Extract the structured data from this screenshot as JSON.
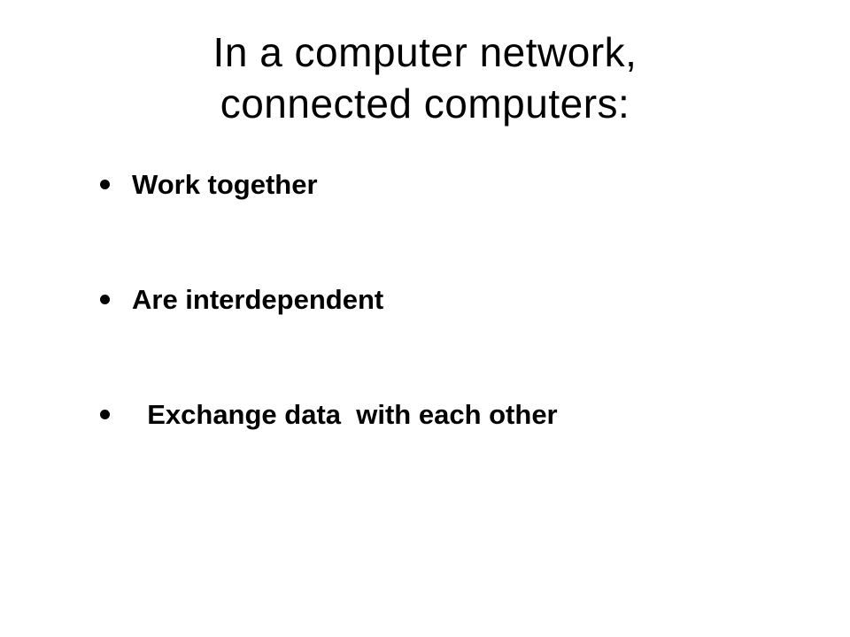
{
  "slide": {
    "title_lines": [
      "In a computer network,",
      "connected computers:"
    ],
    "bullets": [
      "Work together",
      "Are interdependent",
      "  Exchange data  with each other"
    ]
  }
}
